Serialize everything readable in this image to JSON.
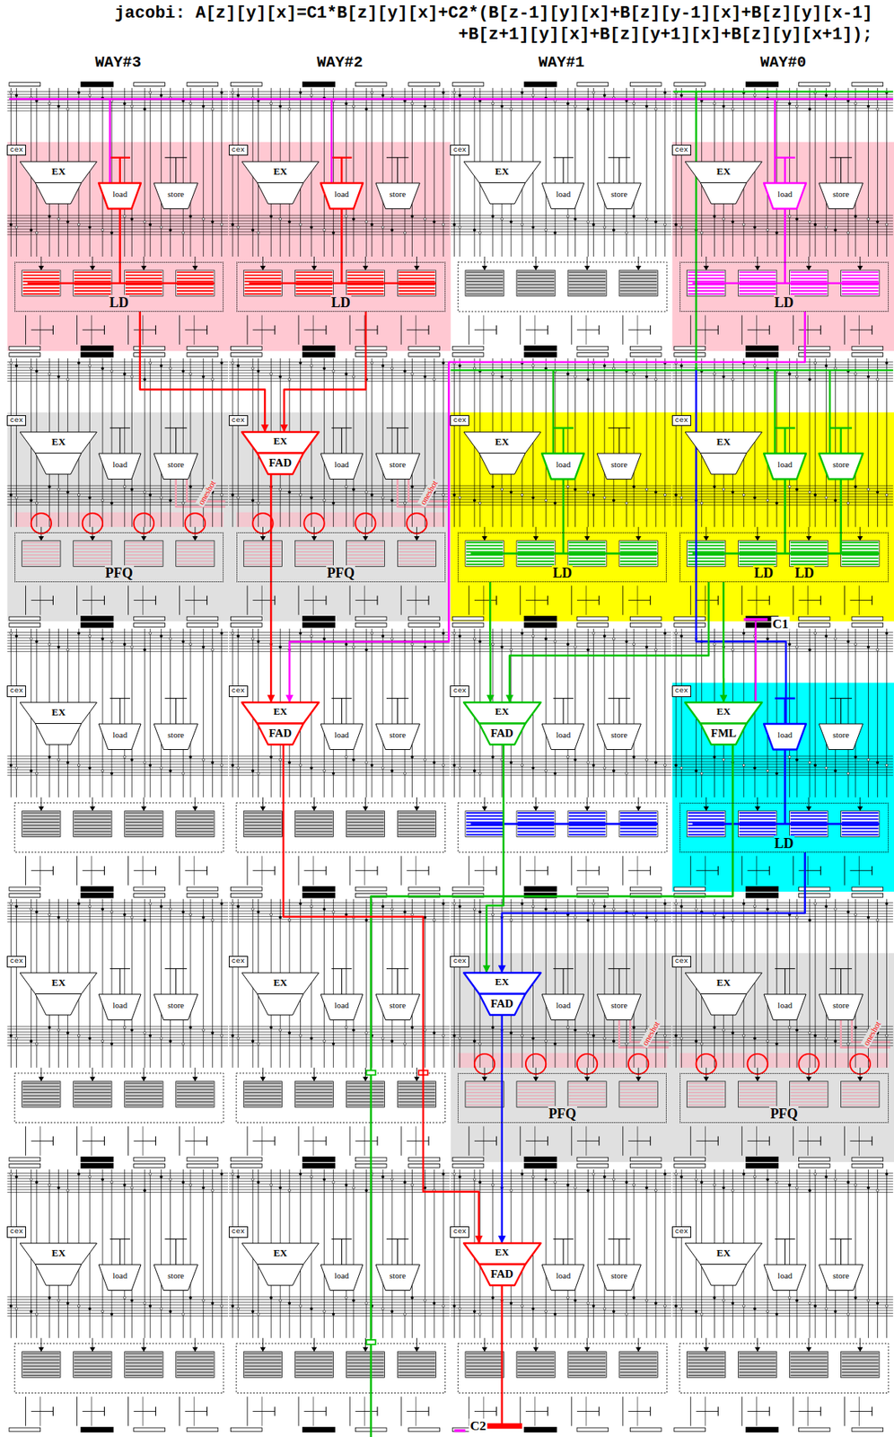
{
  "diagram": {
    "title": "jacobi: A[z][y][x]=C1*B[z][y][x]+C2*(B[z-1][y][x]+B[z][y-1][x]+B[z][y][x-1] +B[z+1][y][x]+B[z][y+1][x]+B[z][y][x+1]);",
    "nodes": [
      {
        "text": [
          "cex"
        ]
      },
      {
        "text": [
          "EX"
        ]
      },
      {
        "text": [
          "load"
        ]
      },
      {
        "text": [
          "store"
        ]
      },
      {
        "text": [
          "LD"
        ]
      },
      {
        "text": [
          "cex"
        ]
      },
      {
        "text": [
          "EX"
        ]
      },
      {
        "text": [
          "load"
        ]
      },
      {
        "text": [
          "store"
        ]
      },
      {
        "text": [
          "LD"
        ]
      },
      {
        "text": [
          "cex"
        ]
      },
      {
        "text": [
          "EX"
        ]
      },
      {
        "text": [
          "load"
        ]
      },
      {
        "text": [
          "store"
        ]
      },
      {
        "text": [
          "cex"
        ]
      },
      {
        "text": [
          "EX"
        ]
      },
      {
        "text": [
          "load"
        ]
      },
      {
        "text": [
          "store"
        ]
      },
      {
        "text": [
          "LD"
        ]
      },
      {
        "text": [
          "cex"
        ]
      },
      {
        "text": [
          "EX"
        ]
      },
      {
        "text": [
          "load"
        ]
      },
      {
        "text": [
          "store"
        ]
      },
      {
        "text": [
          "PFQ"
        ]
      },
      {
        "text": [
          "cex"
        ]
      },
      {
        "text": [
          "EX",
          "FAD"
        ]
      },
      {
        "text": [
          "load"
        ]
      },
      {
        "text": [
          "store"
        ]
      },
      {
        "text": [
          "PFQ"
        ]
      },
      {
        "text": [
          "cex"
        ]
      },
      {
        "text": [
          "EX"
        ]
      },
      {
        "text": [
          "load"
        ]
      },
      {
        "text": [
          "store"
        ]
      },
      {
        "text": [
          "LD"
        ]
      },
      {
        "text": [
          "cex"
        ]
      },
      {
        "text": [
          "EX"
        ]
      },
      {
        "text": [
          "load"
        ]
      },
      {
        "text": [
          "store"
        ]
      },
      {
        "text": [
          "LD",
          "LD"
        ]
      },
      {
        "text": [
          "cex"
        ]
      },
      {
        "text": [
          "EX"
        ]
      },
      {
        "text": [
          "load"
        ]
      },
      {
        "text": [
          "store"
        ]
      },
      {
        "text": [
          "cex"
        ]
      },
      {
        "text": [
          "EX",
          "FAD"
        ]
      },
      {
        "text": [
          "load"
        ]
      },
      {
        "text": [
          "store"
        ]
      },
      {
        "text": [
          "cex"
        ]
      },
      {
        "text": [
          "EX",
          "FAD"
        ]
      },
      {
        "text": [
          "load"
        ]
      },
      {
        "text": [
          "store"
        ]
      },
      {
        "text": [
          "cex"
        ]
      },
      {
        "text": [
          "EX",
          "FML"
        ]
      },
      {
        "text": [
          "load"
        ]
      },
      {
        "text": [
          "store"
        ]
      },
      {
        "text": [
          "LD"
        ]
      },
      {
        "text": [
          "cex"
        ]
      },
      {
        "text": [
          "EX"
        ]
      },
      {
        "text": [
          "load"
        ]
      },
      {
        "text": [
          "store"
        ]
      },
      {
        "text": [
          "cex"
        ]
      },
      {
        "text": [
          "EX"
        ]
      },
      {
        "text": [
          "load"
        ]
      },
      {
        "text": [
          "store"
        ]
      },
      {
        "text": [
          "cex"
        ]
      },
      {
        "text": [
          "EX",
          "FAD"
        ]
      },
      {
        "text": [
          "load"
        ]
      },
      {
        "text": [
          "store"
        ]
      },
      {
        "text": [
          "PFQ"
        ]
      },
      {
        "text": [
          "cex"
        ]
      },
      {
        "text": [
          "EX"
        ]
      },
      {
        "text": [
          "load"
        ]
      },
      {
        "text": [
          "store"
        ]
      },
      {
        "text": [
          "PFQ"
        ]
      },
      {
        "text": [
          "cex"
        ]
      },
      {
        "text": [
          "EX"
        ]
      },
      {
        "text": [
          "load"
        ]
      },
      {
        "text": [
          "store"
        ]
      },
      {
        "text": [
          "cex"
        ]
      },
      {
        "text": [
          "EX"
        ]
      },
      {
        "text": [
          "load"
        ]
      },
      {
        "text": [
          "store"
        ]
      },
      {
        "text": [
          "cex"
        ]
      },
      {
        "text": [
          "EX",
          "FAD"
        ]
      },
      {
        "text": [
          "load"
        ]
      },
      {
        "text": [
          "store"
        ]
      },
      {
        "text": [
          "cex"
        ]
      },
      {
        "text": [
          "EX"
        ]
      },
      {
        "text": [
          "load"
        ]
      },
      {
        "text": [
          "store"
        ]
      }
    ],
    "edges": [
      {
        "from": 4,
        "to": 25,
        "arrow": "to"
      },
      {
        "from": 9,
        "to": 25,
        "arrow": "to"
      },
      {
        "from": 18,
        "to": 44,
        "arrow": "to"
      },
      {
        "from": 33,
        "to": 48,
        "arrow": "to"
      },
      {
        "from": 38,
        "to": 48,
        "arrow": "to"
      },
      {
        "from": 38,
        "to": 52,
        "arrow": "to"
      },
      {
        "from": 25,
        "to": 44,
        "arrow": "to"
      },
      {
        "from": 55,
        "to": 65,
        "arrow": "to"
      },
      {
        "from": 48,
        "to": 65,
        "arrow": "to"
      },
      {
        "from": 44,
        "to": 83,
        "arrow": "to"
      },
      {
        "from": 65,
        "to": 83,
        "arrow": "to"
      }
    ],
    "labels": [
      "WAY#3",
      "WAY#2",
      "WAY#1",
      "WAY#0",
      "oneshot",
      "oneshot",
      "oneshot",
      "oneshot",
      "C1",
      "C2"
    ]
  }
}
